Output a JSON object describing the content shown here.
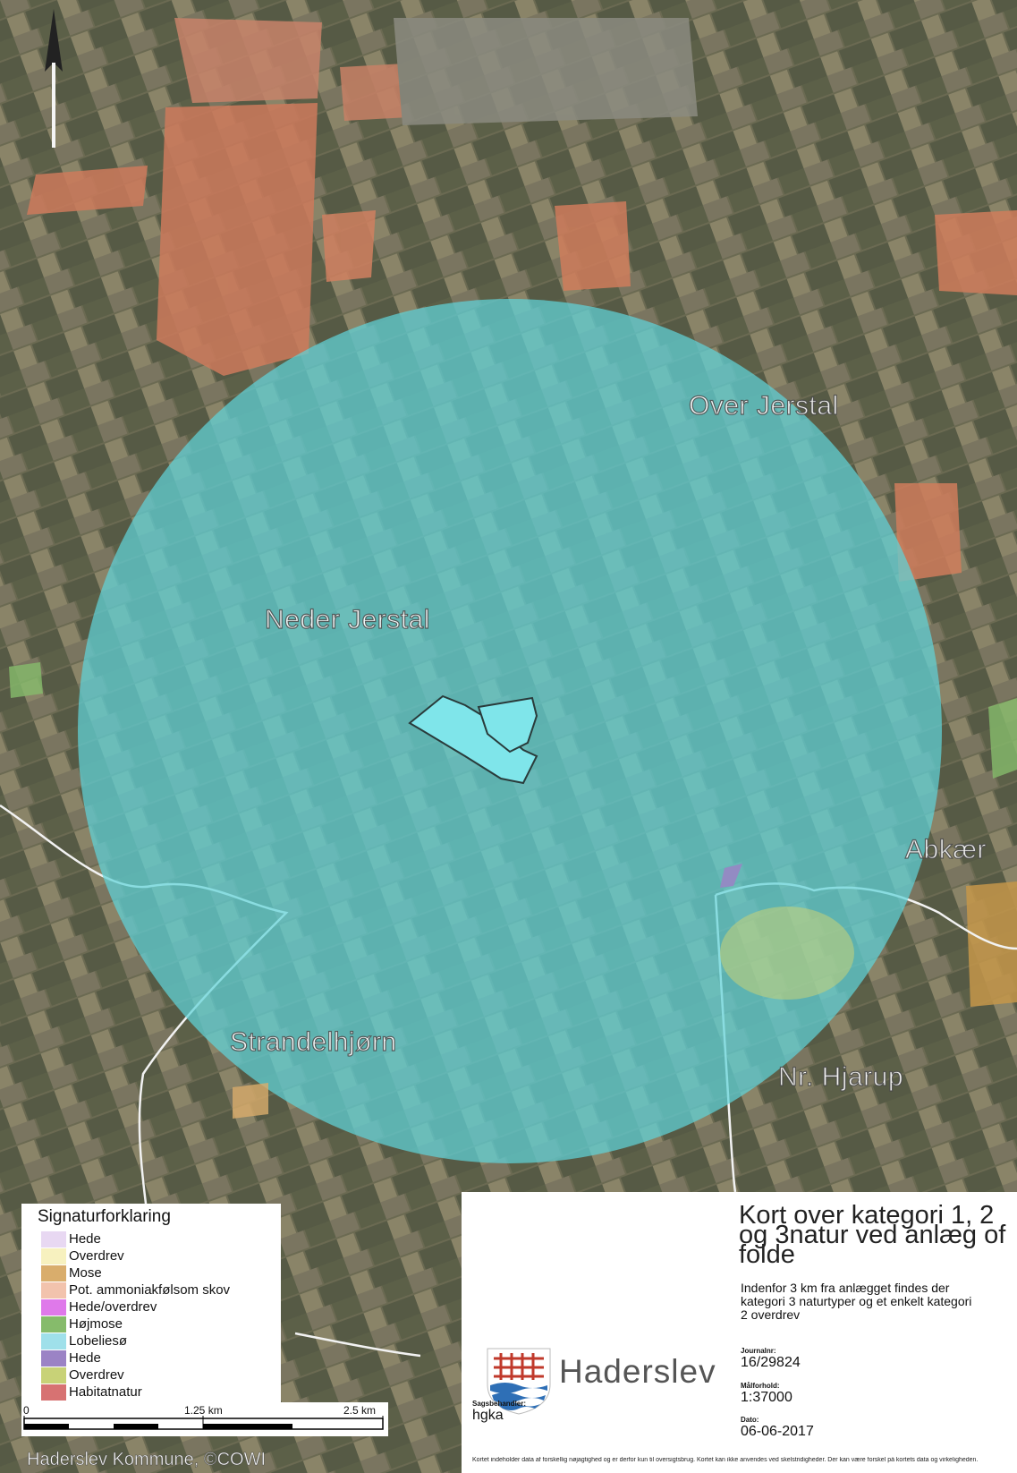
{
  "map": {
    "places": [
      {
        "name": "Over Jerstal"
      },
      {
        "name": "Neder Jerstal"
      },
      {
        "name": "Abkær"
      },
      {
        "name": "Strandelhjørn"
      },
      {
        "name": "Nr. Hjarup"
      }
    ],
    "buffer_color": "#5fd3d8",
    "site_color": "#7fe5ea",
    "road_color": "#f0f0f0"
  },
  "legend": {
    "title": "Signaturforklaring",
    "items": [
      {
        "label": "Hede",
        "color": "#e8d8f2"
      },
      {
        "label": "Overdrev",
        "color": "#f7f1bf"
      },
      {
        "label": "Mose",
        "color": "#d9ad6c"
      },
      {
        "label": "Pot. ammoniakfølsom skov",
        "color": "#f2c3ad"
      },
      {
        "label": "Hede/overdrev",
        "color": "#df79ea"
      },
      {
        "label": "Højmose",
        "color": "#86bb6b"
      },
      {
        "label": "Lobeliesø",
        "color": "#9fe0ea"
      },
      {
        "label": "Hede",
        "color": "#9b83c5"
      },
      {
        "label": "Overdrev",
        "color": "#c8d277"
      },
      {
        "label": "Habitatnatur",
        "color": "#d77272"
      }
    ]
  },
  "scale": {
    "labels": [
      "0",
      "1.25 km",
      "2.5 km"
    ]
  },
  "credit": "Haderslev Kommune, ©COWI",
  "panel": {
    "title": "Kort over kategori 1, 2 og 3natur ved anlæg of folde",
    "description": "Indenfor 3 km fra anlægget findes der\nkategori 3 naturtyper og et enkelt kategori\n2 overdrev",
    "journal_label": "Journalnr:",
    "journal": "16/29824",
    "scale_label": "Målforhold:",
    "scale": "1:37000",
    "date_label": "Dato:",
    "date": "06-06-2017",
    "caseworker_label": "Sagsbehandler:",
    "caseworker": "hgka",
    "logo_text": "Haderslev",
    "disclaimer": "Kortet indeholder data af forskellig nøjagtighed og er derfor kun til oversigtsbrug. Kortet kan ikke anvendes ved skelstridigheder. Der kan være forskel på kortets data og virkeligheden."
  }
}
